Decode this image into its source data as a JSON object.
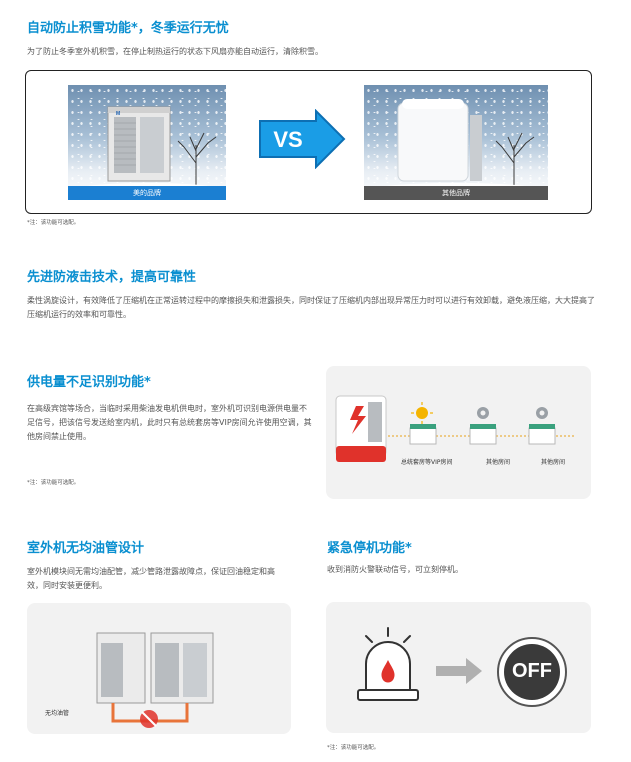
{
  "sections": {
    "anti_snow": {
      "title": "自动防止积雪功能*，冬季运行无忧",
      "desc": "为了防止冬季室外机积雪，在停止制热运行的状态下风扇亦能自动运行，清除积雪。",
      "brand_left": "美的品牌",
      "brand_right": "其他品牌",
      "vs": "VS",
      "note": "*注：该功能可选配。"
    },
    "anti_liquid": {
      "title": "先进防液击技术，提高可靠性",
      "desc": "柔性涡旋设计，有效降低了压缩机在正常运转过程中的摩擦损失和泄露损失，同时保证了压缩机内部出现异常压力时可以进行有效卸载，避免液压缩，大大提高了压缩机运行的效率和可靠性。"
    },
    "power_shortage": {
      "title": "供电量不足识别功能*",
      "desc": "在高级宾馆等场合，当临时采用柴油发电机供电时，室外机可识别电源供电量不足信号，把该信号发送给室内机，此时只有总统套房等VIP房间允许使用空调，其他房间禁止使用。",
      "note": "*注：该功能可选配。",
      "rooms": [
        "总统套房等VIP房间",
        "其他房间",
        "其他房间"
      ]
    },
    "no_oil_pipe": {
      "title": "室外机无均油管设计",
      "desc": "室外机模块间无需均油配管，减少管路泄露故障点，保证回油稳定和高效，同时安装更便利。",
      "pipe_label": "无均油管"
    },
    "emergency_stop": {
      "title": "紧急停机功能*",
      "desc": "收到消防火警联动信号，可立刻停机。",
      "off_label": "OFF",
      "note": "*注：该功能可选配。"
    }
  },
  "colors": {
    "accent": "#0a8fd0",
    "midea_caption": "#1b7fd2",
    "other_caption": "#555555",
    "vs_blue": "#1a9de6",
    "alarm_red": "#e0322b",
    "pipe_orange": "#e8743a"
  },
  "icons": [
    "snowflake-icon",
    "outdoor-unit-icon",
    "vs-icon",
    "sun-icon",
    "building-icon",
    "siren-icon",
    "arrow-right-icon",
    "off-button-icon",
    "pipe-crossed-icon"
  ]
}
